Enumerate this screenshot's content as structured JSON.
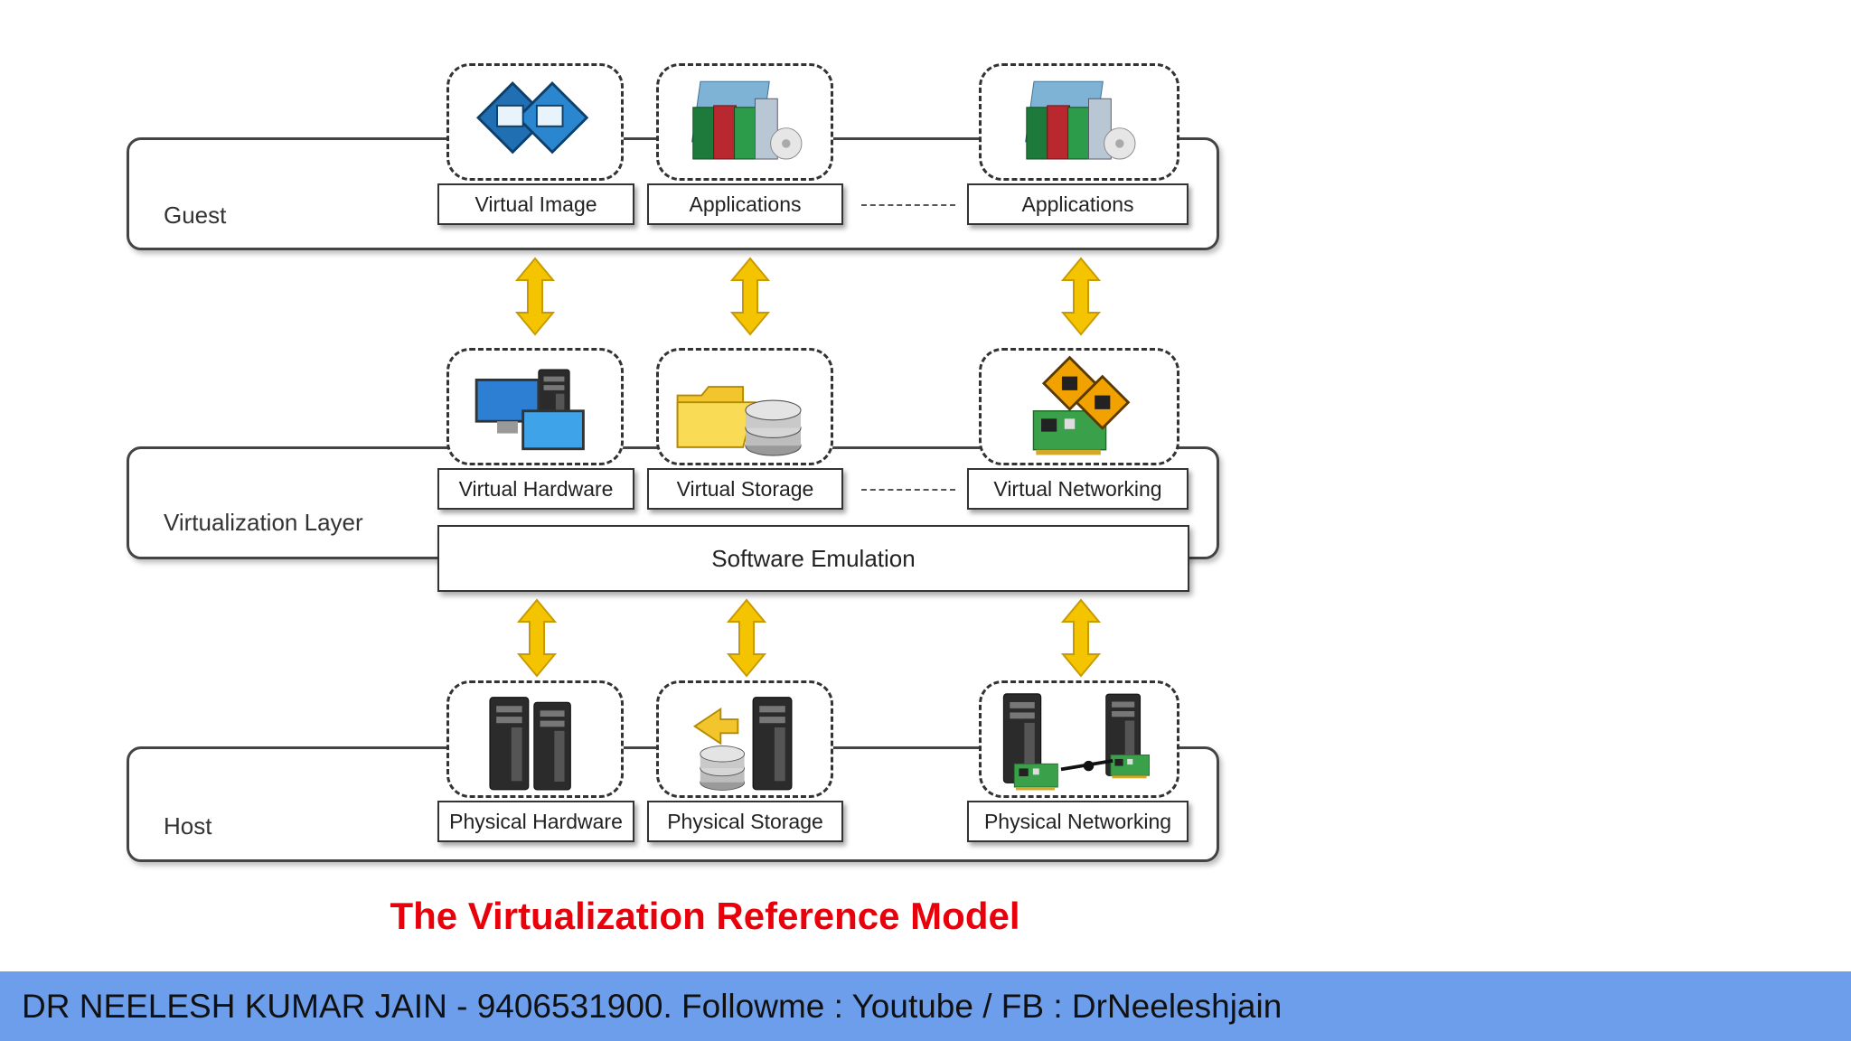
{
  "layers": {
    "guest": "Guest",
    "virtualization": "Virtualization Layer",
    "host": "Host"
  },
  "guest_components": [
    "Virtual Image",
    "Applications",
    "Applications"
  ],
  "virtualization_components": [
    "Virtual Hardware",
    "Virtual Storage",
    "Virtual Networking"
  ],
  "host_components": [
    "Physical Hardware",
    "Physical Storage",
    "Physical Networking"
  ],
  "emulation_label": "Software Emulation",
  "separator": "...................",
  "caption": "The Virtualization Reference Model",
  "footer": "DR NEELESH KUMAR JAIN - 9406531900. Followme : Youtube / FB : DrNeeleshjain",
  "colors": {
    "caption": "#e8000b",
    "footer_background": "#6d9eeb",
    "arrow": "#f5c400"
  },
  "icons": {
    "virtual_image": "virtual-image-icon",
    "applications": "applications-icon",
    "virtual_hardware": "virtual-hardware-icon",
    "virtual_storage": "virtual-storage-icon",
    "virtual_networking": "virtual-networking-icon",
    "physical_hardware": "physical-hardware-icon",
    "physical_storage": "physical-storage-icon",
    "physical_networking": "physical-networking-icon",
    "arrow": "bidirectional-arrow-icon"
  }
}
